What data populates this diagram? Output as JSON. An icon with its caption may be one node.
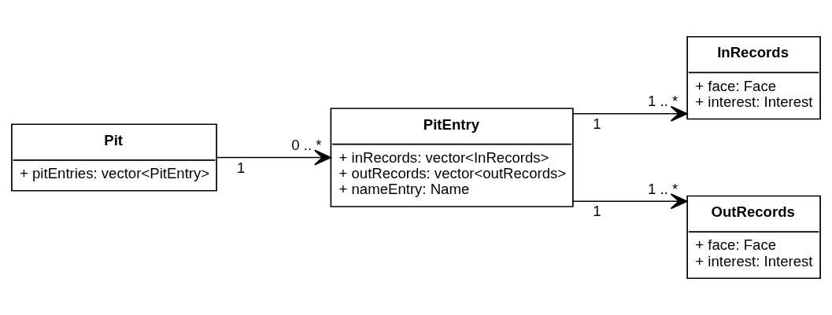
{
  "diagram": {
    "nodes": [
      {
        "text": [
          "Pit",
          "+ pitEntries: vector<PitEntry>"
        ]
      },
      {
        "text": [
          "PitEntry",
          "+ inRecords: vector<InRecords>",
          "+ outRecords: vector<outRecords>",
          "+ nameEntry: Name"
        ]
      },
      {
        "text": [
          "InRecords",
          "+ face: Face",
          "+ interest: Interest"
        ]
      },
      {
        "text": [
          "OutRecords",
          "+ face: Face",
          "+ interest: Interest"
        ]
      }
    ],
    "edges": [
      {
        "from": 0,
        "to": 1,
        "arrow": "to"
      },
      {
        "from": 1,
        "to": 2,
        "arrow": "to"
      },
      {
        "from": 1,
        "to": 3,
        "arrow": "to"
      }
    ],
    "labels": [
      "1 .. *",
      "1",
      "1",
      "0 .. *",
      "1",
      "1 .. *"
    ]
  }
}
